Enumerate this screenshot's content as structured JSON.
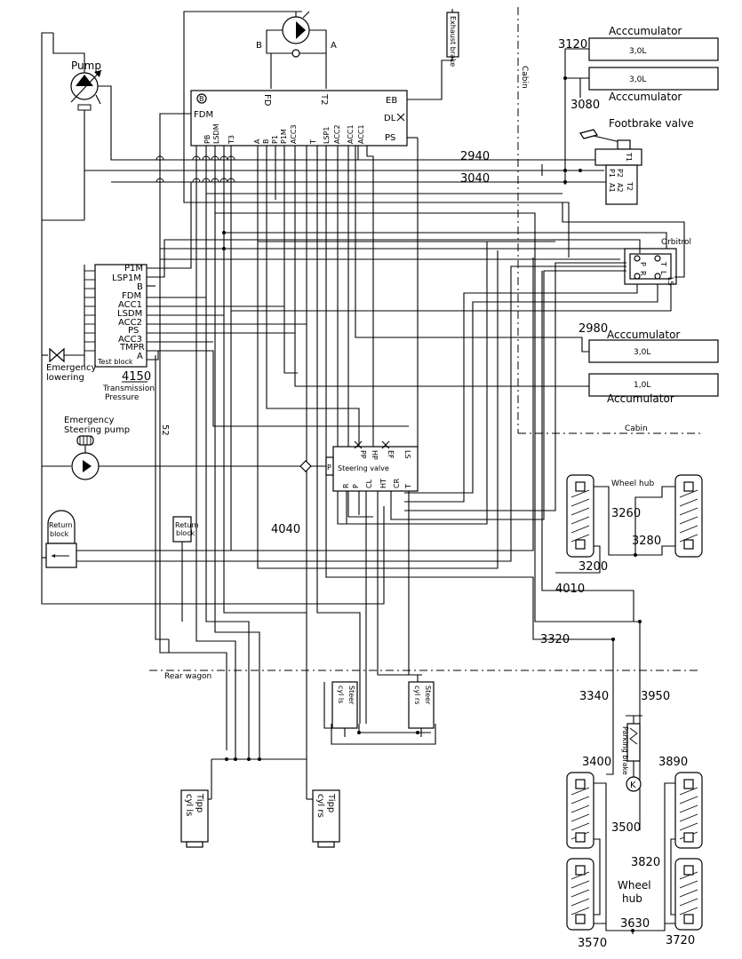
{
  "labels": {
    "pump": "Pump",
    "accumulator": "Acccumulator",
    "accumulator_alt": "Accumulator",
    "footbrake_valve": "Footbrake valve",
    "orbitrol": "Orbitrol",
    "cabin": "Cabin",
    "emergency_lowering_1": "Emergency",
    "emergency_lowering_2": "lowering",
    "test_block": "Test block",
    "transmission_1": "Transmission",
    "transmission_2": "Pressure",
    "emergency_steering_1": "Emergency",
    "emergency_steering_2": "Steering pump",
    "steering_valve": "Steering valve",
    "return_block_1": "Return",
    "return_block_2": "block",
    "wheel_hub": "Wheel hub",
    "wheel": "Wheel",
    "hub": "hub",
    "rear_wagon": "Rear wagon",
    "exhaust_brake": "Exhaust brake",
    "parking_brake": "Parking brake",
    "steer_cyl_ls_1": "Steer",
    "steer_cyl_ls_2": "cyl ls",
    "steer_cyl_rs_1": "Steer",
    "steer_cyl_rs_2": "cyl rs",
    "tipp_cyl_ls_1": "Tipp",
    "tipp_cyl_ls_2": "cyl ls",
    "tipp_cyl_rs_1": "Tipp",
    "tipp_cyl_rs_2": "cyl rs",
    "k": "K"
  },
  "accumulator_volumes": [
    "3,0L",
    "3,0L",
    "3,0L",
    "1,0L"
  ],
  "numbers": {
    "n3120": "3120",
    "n3080": "3080",
    "n2940": "2940",
    "n3040": "3040",
    "n2980": "2980",
    "n4150": "4150",
    "n4040": "4040",
    "n3260": "3260",
    "n3280": "3280",
    "n3200": "3200",
    "n4010": "4010",
    "n3320": "3320",
    "n3340": "3340",
    "n3950": "3950",
    "n3400": "3400",
    "n3890": "3890",
    "n3500": "3500",
    "n3820": "3820",
    "n3570": "3570",
    "n3630": "3630",
    "n3720": "3720",
    "n52": "52"
  },
  "main_block": {
    "ports_top": [
      "FD",
      "T2",
      "EB"
    ],
    "ports_left": [
      "B",
      "FDM"
    ],
    "ports_right": [
      "DL",
      "PS"
    ],
    "ports_bottom": [
      "PB",
      "LSDM",
      "T3",
      "A",
      "B",
      "P1",
      "P1M",
      "ACC3",
      "T",
      "LSP1",
      "ACC2",
      "ACC1",
      "ACC1"
    ]
  },
  "test_block": {
    "ports": [
      "P1M",
      "LSP1M",
      "B",
      "FDM",
      "ACC1",
      "LSDM",
      "ACC2",
      "PS",
      "ACC3",
      "TMPR",
      "A"
    ]
  },
  "steering_valve": {
    "ports_top": [
      "PP",
      "HP",
      "EF",
      "LS"
    ],
    "ports_bottom": [
      "R",
      "P",
      "CL",
      "HT",
      "CR",
      "T"
    ],
    "port_left": "P"
  },
  "footbrake": {
    "ports": [
      "T1",
      "P1",
      "A1",
      "P2",
      "A2",
      "T2"
    ]
  },
  "orbitrol": {
    "ports": [
      "P",
      "R",
      "T",
      "L",
      "LS"
    ]
  },
  "pump_ports": [
    "B",
    "A"
  ]
}
